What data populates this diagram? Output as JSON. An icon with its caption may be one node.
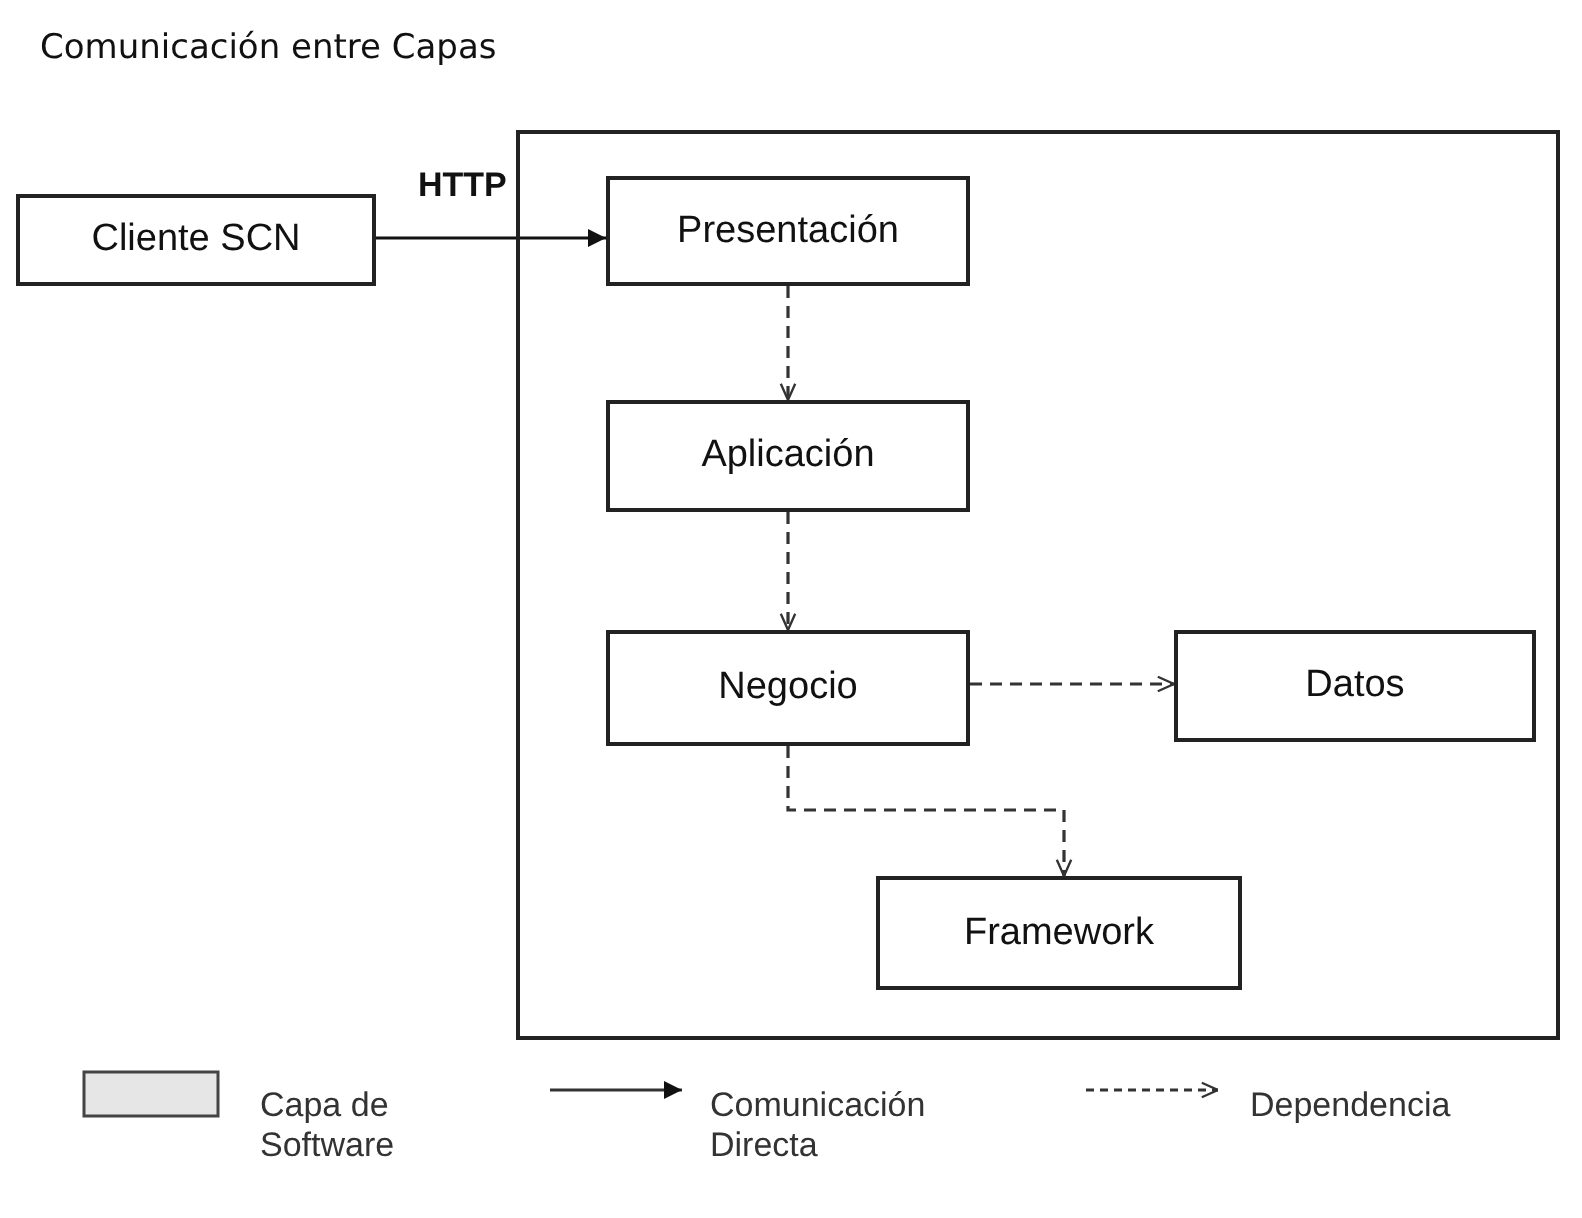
{
  "diagram": {
    "title": "Comunicación entre Capas",
    "nodes": [
      {
        "text": [],
        "shape": "box"
      },
      {
        "text": [
          "Cliente SCN"
        ]
      },
      {
        "text": [
          "Presentación"
        ],
        "in": 0
      },
      {
        "text": [
          "Aplicación"
        ],
        "in": 0
      },
      {
        "text": [
          "Negocio"
        ],
        "in": 0
      },
      {
        "text": [
          "Datos"
        ],
        "in": 0
      },
      {
        "text": [
          "Framework"
        ],
        "in": 0
      }
    ],
    "edges": [
      {
        "from": 1,
        "to": 2,
        "arrow": "to",
        "label": "HTTP"
      },
      {
        "from": 2,
        "to": 3,
        "arrow": "to",
        "style": "dashed"
      },
      {
        "from": 3,
        "to": 4,
        "arrow": "to",
        "style": "dashed"
      },
      {
        "from": 4,
        "to": 5,
        "arrow": "to",
        "style": "dashed"
      },
      {
        "from": 4,
        "to": 6,
        "arrow": "to",
        "style": "dashed"
      }
    ],
    "legend": [
      {
        "text": "Capa de Software",
        "color": "#e6e6e6"
      },
      {
        "text": "Comunicación Directa"
      },
      {
        "text": "Dependencia"
      }
    ]
  }
}
